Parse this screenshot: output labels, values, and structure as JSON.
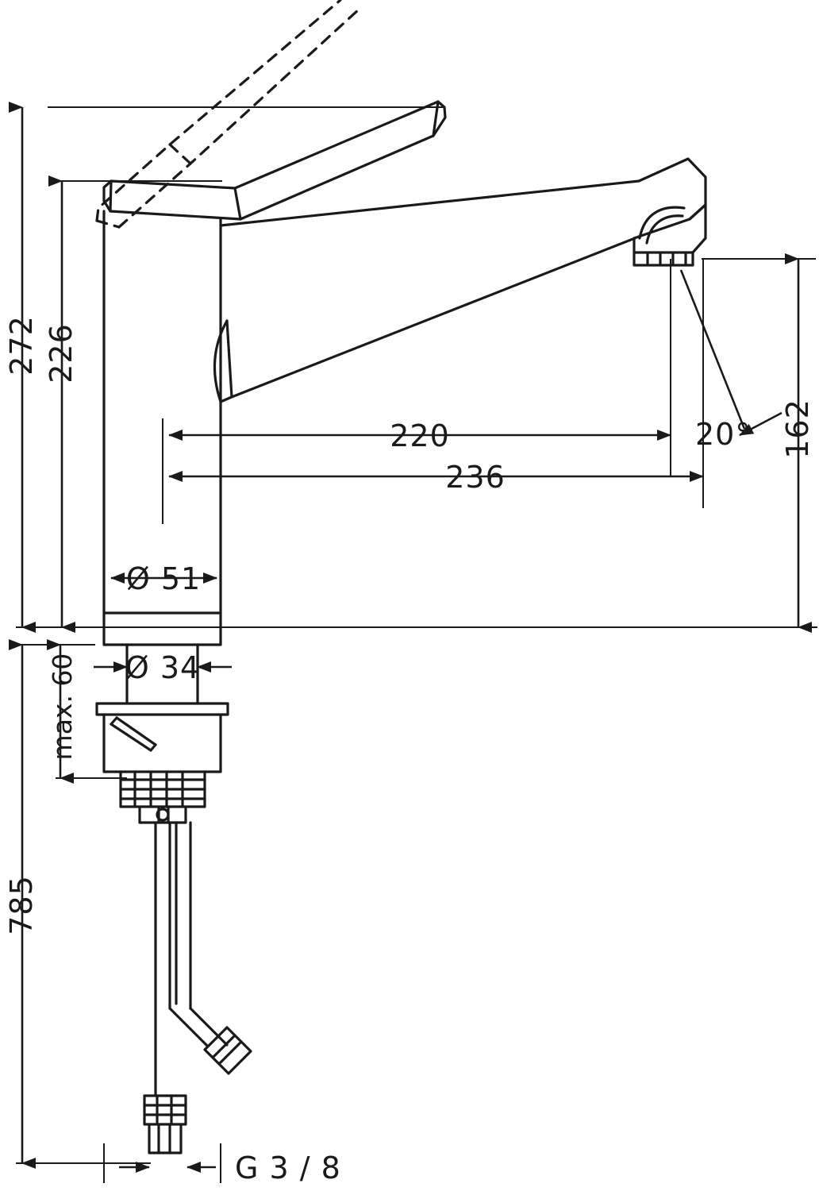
{
  "drawing": {
    "title": "Kitchen mixer tap technical dimension drawing",
    "units": "mm",
    "line_color": "#1a1a1a",
    "background": "#ffffff",
    "dimensions": {
      "total_height": "272",
      "spout_height": "226",
      "outlet_height": "162",
      "reach_inner": "220",
      "reach_outer": "236",
      "body_diameter": "Ø 51",
      "shank_diameter": "Ø 34",
      "max_thickness": "max. 60",
      "hose_length": "785",
      "thread": "G 3 / 8",
      "angle": "20°"
    }
  }
}
